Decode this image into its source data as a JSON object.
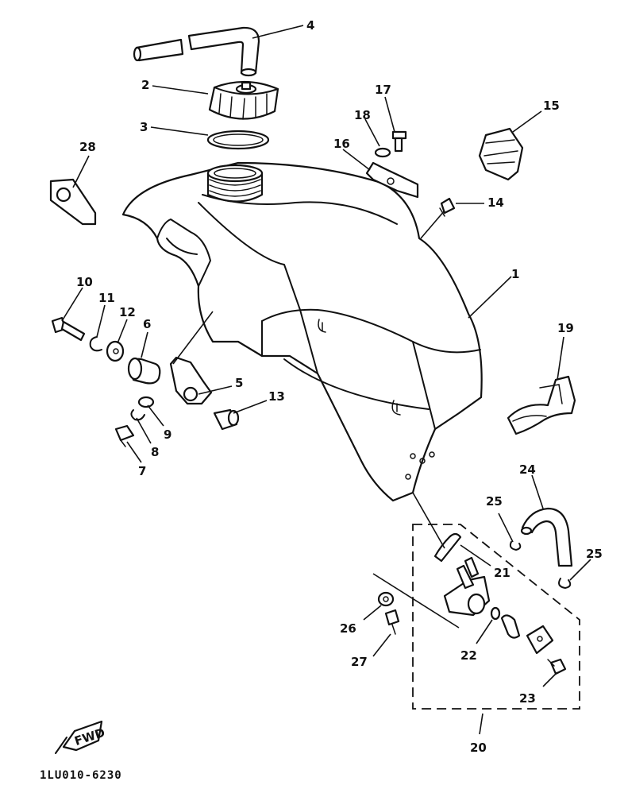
{
  "diagram": {
    "drawing_code": "1LU010-6230",
    "fwd_label": "FWD",
    "callouts": [
      "1",
      "2",
      "3",
      "4",
      "5",
      "6",
      "7",
      "8",
      "9",
      "10",
      "11",
      "12",
      "13",
      "14",
      "15",
      "16",
      "17",
      "18",
      "19",
      "20",
      "21",
      "22",
      "23",
      "24",
      "25",
      "25",
      "26",
      "27",
      "28"
    ]
  }
}
